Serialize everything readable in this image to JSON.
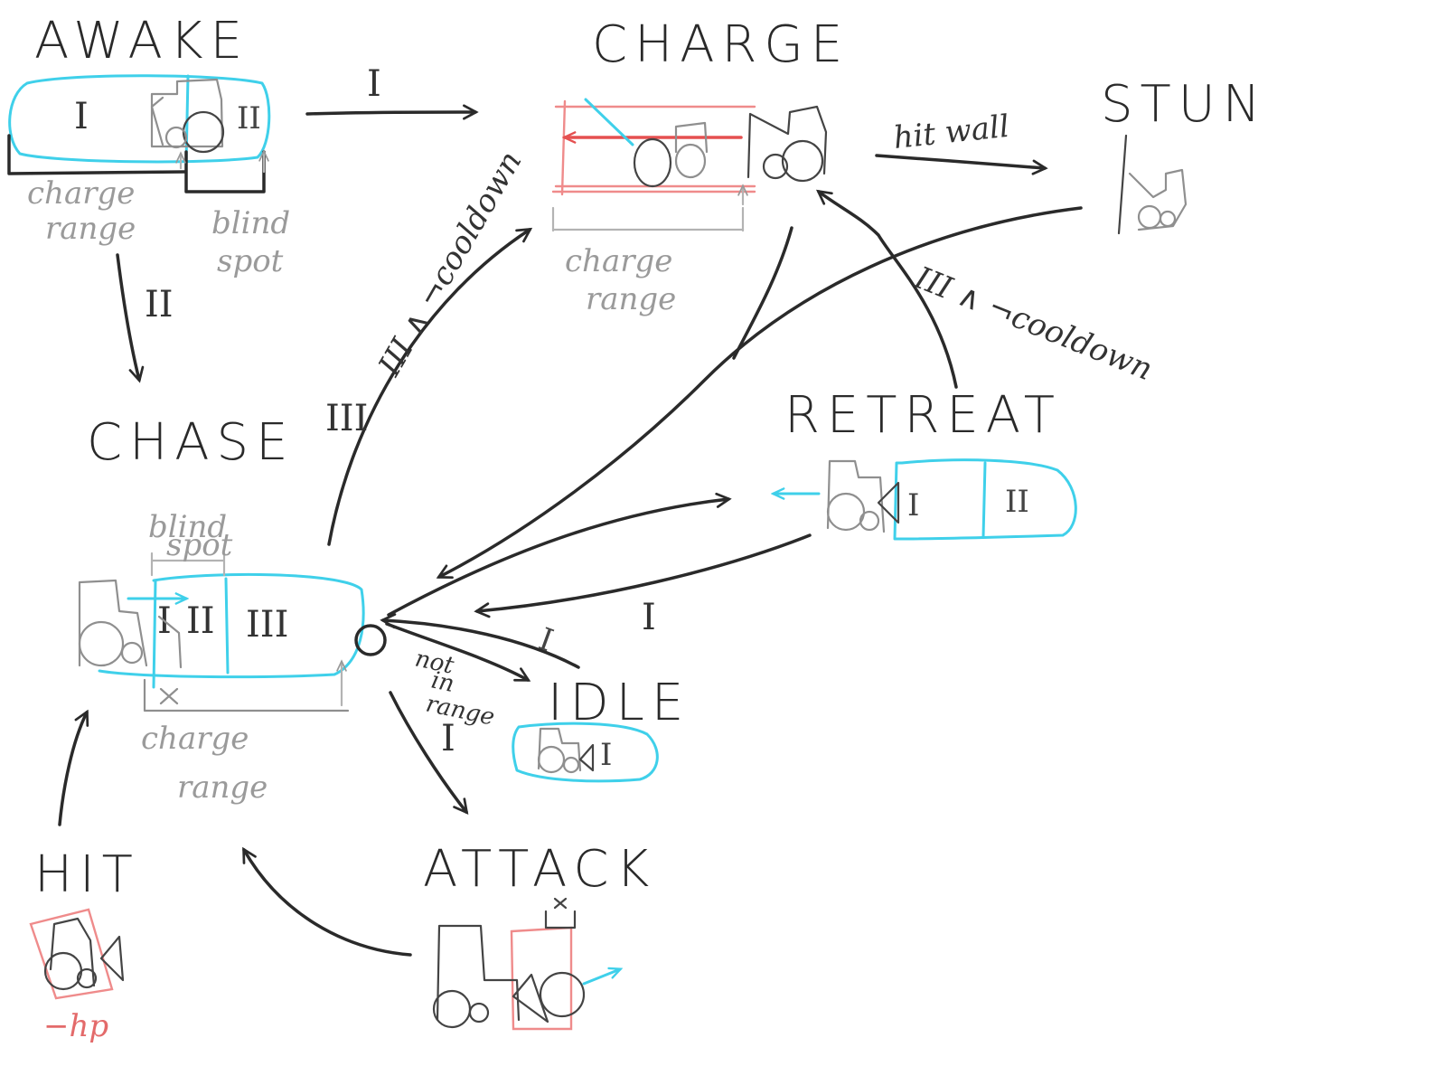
{
  "states": {
    "awake": "AWAKE",
    "charge": "CHARGE",
    "stun": "STUN",
    "chase": "CHASE",
    "retreat": "RETREAT",
    "idle": "IDLE",
    "hit": "HIT",
    "attack": "ATTACK"
  },
  "notes": {
    "awake_charge_range": [
      "charge",
      "range"
    ],
    "awake_blind_spot": [
      "blind",
      "spot"
    ],
    "charge_charge_range": [
      "charge",
      "range"
    ],
    "chase_blind_spot": [
      "blind",
      "spot"
    ],
    "chase_charge_range": [
      "charge",
      "range"
    ],
    "hit_wall": "hit wall",
    "cooldown_left": "III ∧ ¬cooldown",
    "cooldown_right": "III ∧ ¬cooldown",
    "not_in_range": [
      "not",
      "in",
      "range"
    ],
    "hit_hp": "−hp"
  },
  "zones": {
    "one": "I",
    "two": "II",
    "three": "III"
  },
  "transitions": {
    "awake_to_charge": "I",
    "awake_to_chase": "II",
    "chase_to_charge": "III",
    "retreat_to_chase": "I",
    "chase_to_idle": "I",
    "chase_to_attack": "I"
  },
  "colors": {
    "ink": "#2a2a2a",
    "pencil_grey": "#9a9a9a",
    "zone_cyan": "#3fd0ea",
    "hitbox_red": "#ef8b8b"
  }
}
